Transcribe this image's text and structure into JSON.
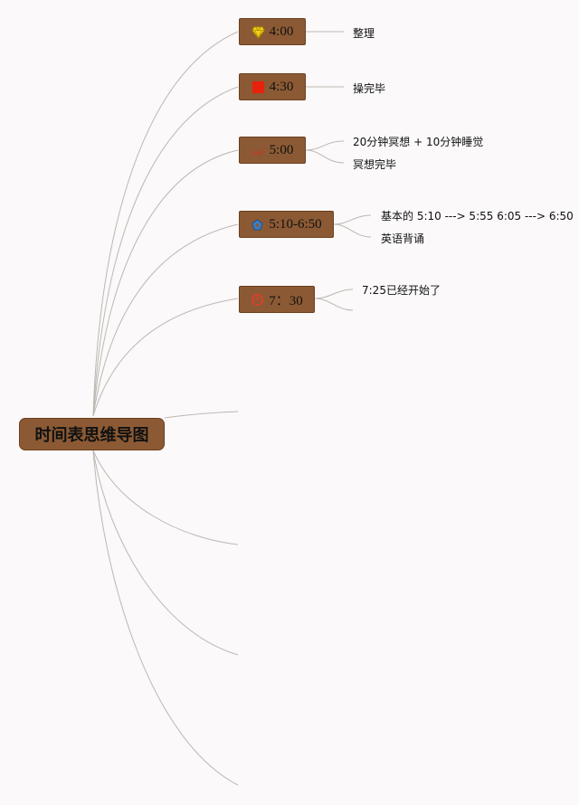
{
  "root": {
    "label": "时间表思维导图"
  },
  "colors": {
    "node_fill": "#8b5a34",
    "connector": "#bdb7b2"
  },
  "branches": [
    {
      "label": "4:00",
      "icon": "diamond-icon",
      "children": [
        "整理"
      ]
    },
    {
      "label": "4:30",
      "icon": "red-square-icon",
      "children": [
        "操完毕"
      ]
    },
    {
      "label": "5:00",
      "icon": "pen-icon",
      "children": [
        "20分钟冥想 + 10分钟睡觉",
        "冥想完毕"
      ]
    },
    {
      "label": "5:10-6:50",
      "icon": "blue-pentagon-icon",
      "children": [
        "基本的 5:10 ---> 5:55 6:05 ---> 6:50",
        "英语背诵"
      ]
    },
    {
      "label": "7：30",
      "icon": "red-circle-icon",
      "children": [
        "7:25已经开始了",
        ""
      ]
    }
  ]
}
